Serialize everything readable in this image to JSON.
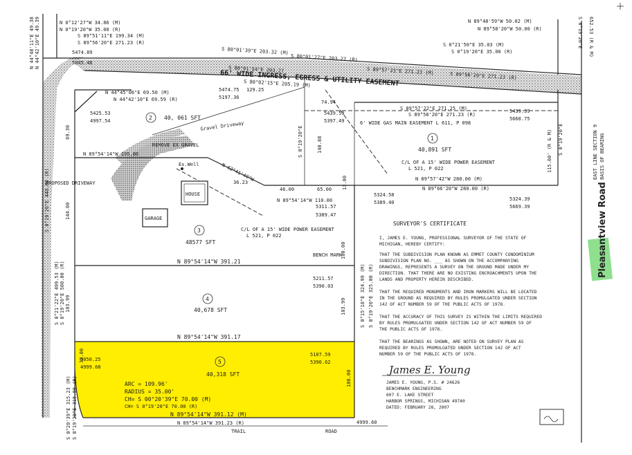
{
  "top_bearings": {
    "left_m": "N 0°12'27\"W 34.86 (M)",
    "left_r": "N 0°19'20\"W 35.00 (R)",
    "right_m": "N 89°48'59\"W 50.02 (M)",
    "right_r": "N 89°58'20\"W 50.00 (R)",
    "s0_21_m": "S 0°21'50\"E 35.03 (M)",
    "s0_19_r": "S 0°19'20\"E 35.00 (R)"
  },
  "easement": {
    "label": "66' WIDE INGRESS, EGRESS & UTILITY EASEMENT",
    "s89_51_m": "S 89°51'11\"E 199.34 (M)",
    "s89_56_r": "S 89°56'20\"E 271.23 (R)",
    "s80_01_m": "S 80°01'39\"E 203.32 (M)",
    "s80_01_r": "S 80°01'27\"E 203.27 (R)",
    "s89_57_m": "S 89°57'21\"E 271.23 (M)",
    "inner_m": "S 80°01'54\"E 203.27",
    "inner_r": "S 80°02'15\"E 205.19 (M)"
  },
  "coords": {
    "c5474_89": "5474.89",
    "c5045_48": "5045.48",
    "c5425_53": "5425.53",
    "c4997_54": "4997.54",
    "c5474_75": "5474.75",
    "c5197_36": "5197.36",
    "c5439_59": "5439.59",
    "c5397_49": "5397.49",
    "c5439_39": "5439.39",
    "c5668_75": "5668.75",
    "c5324_58": "5324.58",
    "c5389_40": "5389.40",
    "c5324_39": "5324.39",
    "c5669_39": "5669.39",
    "c5311_57": "5311.57",
    "c5389_47": "5389.47",
    "c5211_57": "5211.57",
    "c5390_03": "5390.03",
    "c5050_25": "5050.25",
    "c4999_68": "4999.68",
    "c5107_59": "5107.59",
    "c5390_62": "5390.62",
    "c4999_60": "4999.60"
  },
  "lots": {
    "lot1": {
      "num": "1",
      "area": "40,891 SFT"
    },
    "lot2": {
      "num": "2",
      "area": "40, 061 SFT"
    },
    "lot3": {
      "num": "3",
      "area": "48577 SFT"
    },
    "lot4": {
      "num": "4",
      "area": "40,678 SFT"
    },
    "lot5": {
      "num": "5",
      "area": "40,318 SFT"
    }
  },
  "lines": {
    "n44_m": "N 44°45'06\"E 69.50 (M)",
    "n44_r": "N 44°42'10\"E 69.59 (R)",
    "l129_25": "129.25",
    "l74_94": "74.94",
    "s89_57_22_m": "S 89°57'22\"E 271.25 (M)",
    "s89_58_r": "S 89°58'20\"E 271.23 (R)",
    "gas": "6' WIDE GAS MAIN EASEMENT L 611, P 098",
    "l69_30": "69.30",
    "n89_195": "N 89°54'14\"W 195.00",
    "s0_19_140": "S 0°19'20\"E",
    "l140_88": "140.88",
    "power1": "C/L OF A 15' WIDE POWER EASEMENT",
    "power1_ref": "L 521, P 022",
    "n89_57_42_m": "N 89°57'42\"W 280.00 (M)",
    "n89_56_r": "N 89°66'20\"W 280.00 (R)",
    "n62": "N 62°41'49\"W",
    "l36_23": "36.23",
    "l46": "46.00",
    "l65": "65.00",
    "l13": "13.00",
    "n89_110": "N 89°54'14\"W 110.00",
    "l144": "144.00",
    "power2": "C/L OF A 15' WIDE POWER EASEMENT",
    "power2_ref": "L 521, P 022",
    "l100": "100.00",
    "n89_391_21": "N 89°54'14\"W 391.21",
    "bench": "BENCH MARK",
    "l103_99_l": "103.99",
    "l103_99_r": "103.99",
    "s0_15_m": "S 0°15'18\"E 324.99 (M)",
    "s0_19_r": "S 0°19'20\"E 325.00 (R)",
    "n89_391_17": "N 89°54'14\"W 391.17",
    "l38": "38.00",
    "l108": "108.00",
    "arc": "ARC = 109.96'",
    "radius": "RADIUS = 35.00'",
    "ch_m": "CH= S 00°20'39\"E 70.00 (M)",
    "ch_r": "CH= S 0°19'20\"E 70.00 (R)",
    "s89_391_12_m": "N 89°54'14\"W 391.12 (M)",
    "s89_391_23_r": "N 89°54'14\"W 391.23 (R)",
    "left_vert_m": "S 0°21'22\"E 499.53 (M)",
    "left_vert_r": "S 0°19'20\"E 500.00 (R)",
    "west_m": "N 44°48'11\"E 49.38",
    "west_r": "N 44°42'10\"E 49.39",
    "left_outer": "S 0°19'20\"E 440.00 (R)",
    "inner_left_m": "S 0°20'39\"E 315.23 (M)",
    "inner_left_r": "S 0°19'20\"E 315.00 (R)",
    "right_115": "115.00' (R & M)",
    "right_s0_19": "S 0°19'20\"E",
    "right_b1": "S 0°19'20\"E",
    "right_b2": "652.53 (R & M)",
    "east_line": "EAST LINE SECTION 9",
    "basis": "BASIS OF BEARING"
  },
  "features": {
    "gravel_drive": "Gravel Driveway",
    "remove_ex": "REMOVE EX GRAVEL",
    "proposed": "PROPOSED DRIVEWAY",
    "ex_well": "Ex.Well",
    "house": "HOUSE",
    "garage": "GARAGE",
    "trail": "TRAIL",
    "road": "ROAD"
  },
  "road_label": "Pleasantview Road",
  "certificate": {
    "title": "SURVEYOR'S CERTIFICATE",
    "p1": [
      "I, JAMES E. YOUNG, PROFESSIONAL SURVEYOR OF THE STATE OF",
      "MICHIGAN, HEREBY CERTIFY:"
    ],
    "p2": [
      "THAT THE SUBDIVISION PLAN KNOWN AS EMMET COUNTY CONDOMINIUM",
      "SUBDIVISION PLAN NO. ___ AS SHOWN ON THE ACCOMPANYING",
      "DRAWINGS, REPRESENTS A SURVEY ON THE GROUND MADE UNDER MY",
      "DIRECTION. THAT THERE ARE NO EXISTING ENCROACHMENTS UPON THE",
      "LANDS AND PROPERTY HEREIN DESCRIBED."
    ],
    "p3": [
      "THAT THE REQUIRED MONUMENTS AND IRON MARKERS WILL BE LOCATED",
      "IN THE GROUND AS REQUIRED BY RULES PROMULGATED UNDER SECTION",
      "142 OF ACT NUMBER 59 OF THE PUBLIC ACTS OF 1978."
    ],
    "p4": [
      "THAT THE ACCURACY OF THIS SURVEY IS WITHIN THE LIMITS REQUIRED",
      "BY RULES PROMULGATED UNDER SECTION 142 OF ACT NUMBER 59 OF",
      "THE PUBLIC ACTS OF 1978."
    ],
    "p5": [
      "THAT THE BEARINGS AS SHOWN, ARE NOTED ON SURVEY PLAN AS",
      "REQUIRED BY RULES PROMULGATED UNDER SECTION 142 OF ACT",
      "NUMBER 59 OF THE PUBLIC ACTS OF 1978."
    ],
    "signer": [
      "JAMES E. YOUNG, P.S. # 24626",
      "BENCHMARK ENGINEERING",
      "607 E. LAKE STREET",
      "HARBOR SPRINGS, MICHIGAN 49740",
      "DATED: FEBRUARY 28, 2007"
    ],
    "signature": "James E. Young"
  },
  "colors": {
    "highlight": "#ffee00",
    "road_highlight": "#8ee08e",
    "stipple": "#9a9a9a"
  }
}
